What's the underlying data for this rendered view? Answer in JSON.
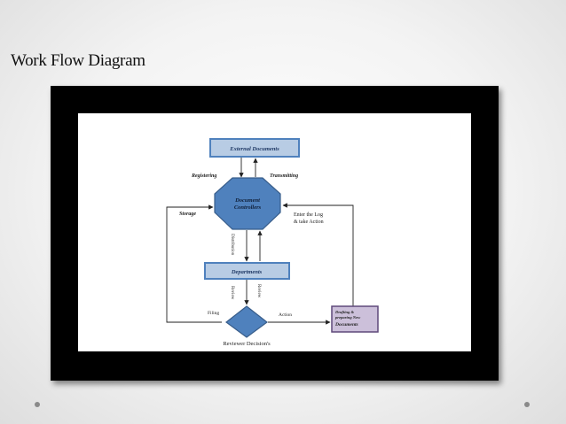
{
  "slide": {
    "title": "Work Flow Diagram"
  },
  "diagram": {
    "nodes": {
      "external_documents": "External Documents",
      "document_controllers_line1": "Document",
      "document_controllers_line2": "Controllers",
      "departments": "Departments",
      "drafting_line1": "Drafting  &",
      "drafting_line2": "preparing  New",
      "drafting_line3": "Documents",
      "reviewer_decision": "Reviewer Decision's"
    },
    "edges": {
      "registering": "Registering",
      "transmitting": "Transmitting",
      "storage": "Storage",
      "enter_log_line1": "Enter the Log",
      "enter_log_line2": "& take Action",
      "distribution": "Distribution",
      "review_left": "Review",
      "review_right": "Review",
      "filing": "Filing",
      "action": "Action"
    },
    "colors": {
      "box_fill": "#b8cce4",
      "box_stroke": "#4f81bd",
      "octagon_fill": "#4f81bd",
      "diamond_fill": "#4f81bd",
      "drafting_fill": "#ccc0da",
      "drafting_stroke": "#5f497a"
    }
  }
}
